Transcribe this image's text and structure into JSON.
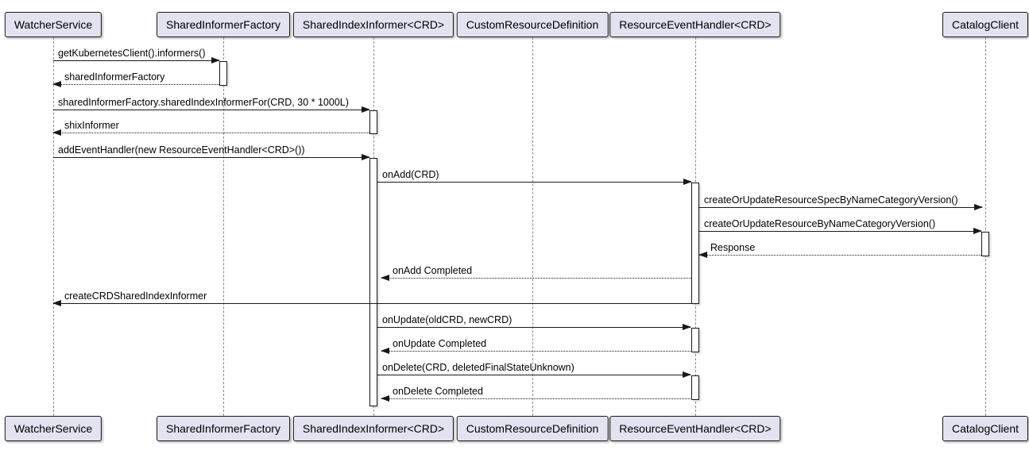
{
  "diagram": {
    "type": "uml-sequence",
    "background": "#FFFFFF",
    "colors": {
      "participant_fill": "#E2E2F0",
      "participant_border": "#181818",
      "message_line": "#181818",
      "lifeline": "#8A8A8A",
      "activation_fill": "#FFFFFF"
    },
    "participants": [
      {
        "name": "WatcherService"
      },
      {
        "name": "SharedInformerFactory"
      },
      {
        "name": "SharedIndexInformer<CRD>"
      },
      {
        "name": "CustomResourceDefinition"
      },
      {
        "name": "ResourceEventHandler<CRD>"
      },
      {
        "name": "CatalogClient"
      }
    ],
    "messages": [
      {
        "label": "getKubernetesClient().informers()",
        "from": "WatcherService",
        "to": "SharedInformerFactory",
        "line": "solid",
        "direction": "right"
      },
      {
        "label": "sharedInformerFactory",
        "from": "SharedInformerFactory",
        "to": "WatcherService",
        "line": "dashed",
        "direction": "left"
      },
      {
        "label": "sharedInformerFactory.sharedIndexInformerFor(CRD, 30 * 1000L)",
        "from": "WatcherService",
        "to": "SharedIndexInformer<CRD>",
        "line": "solid",
        "direction": "right"
      },
      {
        "label": "shixInformer",
        "from": "SharedIndexInformer<CRD>",
        "to": "WatcherService",
        "line": "dashed",
        "direction": "left"
      },
      {
        "label": "addEventHandler(new ResourceEventHandler<CRD>())",
        "from": "WatcherService",
        "to": "SharedIndexInformer<CRD>",
        "line": "solid",
        "direction": "right"
      },
      {
        "label": "onAdd(CRD)",
        "from": "SharedIndexInformer<CRD>",
        "to": "ResourceEventHandler<CRD>",
        "line": "solid",
        "direction": "right"
      },
      {
        "label": "createOrUpdateResourceSpecByNameCategoryVersion()",
        "from": "ResourceEventHandler<CRD>",
        "to": "CatalogClient",
        "line": "solid",
        "direction": "right"
      },
      {
        "label": "createOrUpdateResourceByNameCategoryVersion()",
        "from": "ResourceEventHandler<CRD>",
        "to": "CatalogClient",
        "line": "solid",
        "direction": "right"
      },
      {
        "label": "Response",
        "from": "CatalogClient",
        "to": "ResourceEventHandler<CRD>",
        "line": "dashed",
        "direction": "left"
      },
      {
        "label": "onAdd Completed",
        "from": "ResourceEventHandler<CRD>",
        "to": "SharedIndexInformer<CRD>",
        "line": "dashed",
        "direction": "left"
      },
      {
        "label": "createCRDSharedIndexInformer",
        "from": "ResourceEventHandler<CRD>",
        "to": "WatcherService",
        "line": "solid",
        "direction": "left"
      },
      {
        "label": "onUpdate(oldCRD, newCRD)",
        "from": "SharedIndexInformer<CRD>",
        "to": "ResourceEventHandler<CRD>",
        "line": "solid",
        "direction": "right"
      },
      {
        "label": "onUpdate Completed",
        "from": "ResourceEventHandler<CRD>",
        "to": "SharedIndexInformer<CRD>",
        "line": "dashed",
        "direction": "left"
      },
      {
        "label": "onDelete(CRD, deletedFinalStateUnknown)",
        "from": "SharedIndexInformer<CRD>",
        "to": "ResourceEventHandler<CRD>",
        "line": "solid",
        "direction": "right"
      },
      {
        "label": "onDelete Completed",
        "from": "ResourceEventHandler<CRD>",
        "to": "SharedIndexInformer<CRD>",
        "line": "dashed",
        "direction": "left"
      }
    ]
  }
}
